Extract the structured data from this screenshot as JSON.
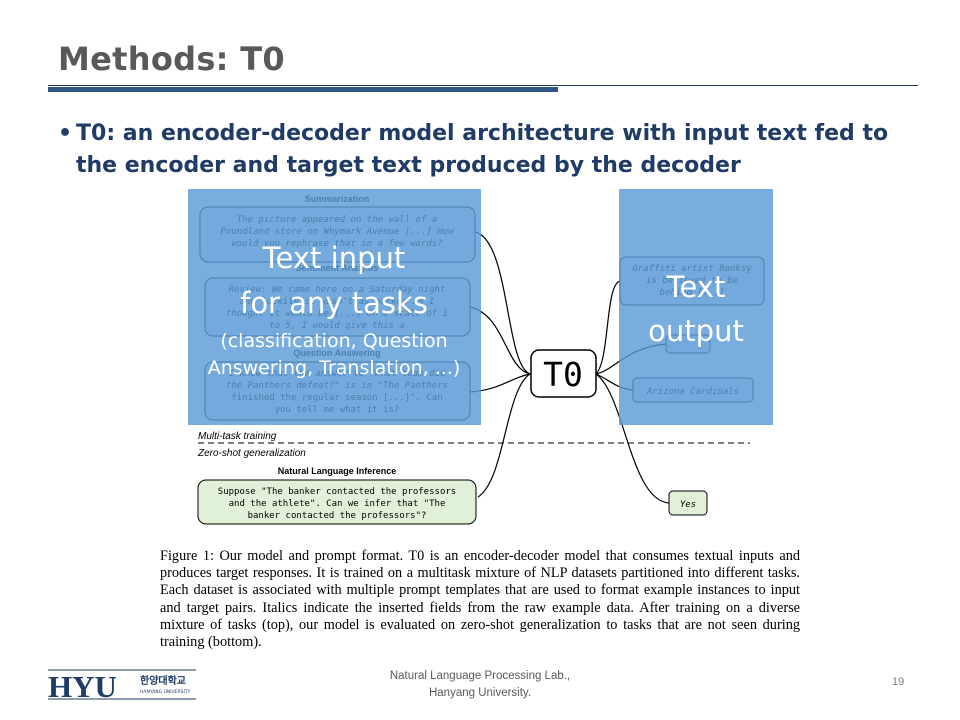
{
  "slide": {
    "title": "Methods: T0",
    "bullet": "T0: an encoder-decoder model architecture with input text fed to the encoder and target text produced by the decoder",
    "caption": "Figure 1: Our model and prompt format. T0 is an encoder-decoder model that consumes textual inputs and produces target responses. It is trained on a multitask mixture of NLP datasets partitioned into different tasks. Each dataset is associated with multiple prompt templates that are used to format example instances to input and target pairs. Italics indicate the inserted fields from the raw example data. After training on a diverse mixture of tasks (top), our model is evaluated on zero-shot generalization to tasks that are not seen during training (bottom).",
    "footer": {
      "lab_line1": "Natural Language Processing  Lab.,",
      "lab_line2": "Hanyang University.",
      "page_number": "19"
    },
    "logo": {
      "letters": "HYU",
      "korean": "한양대학교",
      "english": "HANYANG UNIVERSITY"
    }
  },
  "figure": {
    "tasks": {
      "summarization": {
        "header": "Summarization",
        "text": [
          "The picture appeared on the wall of a",
          "Poundland store on Whymark Avenue [...] How",
          "would you rephrase that in a few words?"
        ]
      },
      "sentiment": {
        "header": "Sentiment Analysis",
        "text": [
          "Review: We came here on a Saturday night",
          "and luckily it wasn't as packed as I",
          "thought it would be [...] On a scale of 1",
          "to 5, I would give this a"
        ]
      },
      "qa": {
        "header": "Question Answering",
        "text": [
          "I know that the answer to \"What team did",
          "the Panthers defeat?\" is in \"The Panthers",
          "finished the regular season [...]\". Can",
          "you tell me what it is?"
        ]
      },
      "nli": {
        "header": "Natural Language Inference",
        "text": [
          "Suppose \"The banker contacted the professors",
          "and the athlete\". Can we infer that \"The",
          "banker contacted the professors\"?"
        ]
      }
    },
    "model_label": "T0",
    "outputs": {
      "graffiti": [
        "Graffiti artist Banksy",
        "is believed to be",
        "behind [...]"
      ],
      "arizona": "Arizona Cardinals",
      "yes": "Yes"
    },
    "multitask_label": "Multi-task training",
    "zeroshot_label": "Zero-shot generalization",
    "overlay_input": [
      "Text input",
      "for any tasks",
      "(classification, Question",
      "Answering, Translation, ...)"
    ],
    "overlay_output": [
      "Text",
      "output"
    ],
    "colors": {
      "input_box_fill": "#dde7f7",
      "nli_box_fill": "#e0f0d9",
      "overlay_blue": "#5b9bd5"
    }
  }
}
